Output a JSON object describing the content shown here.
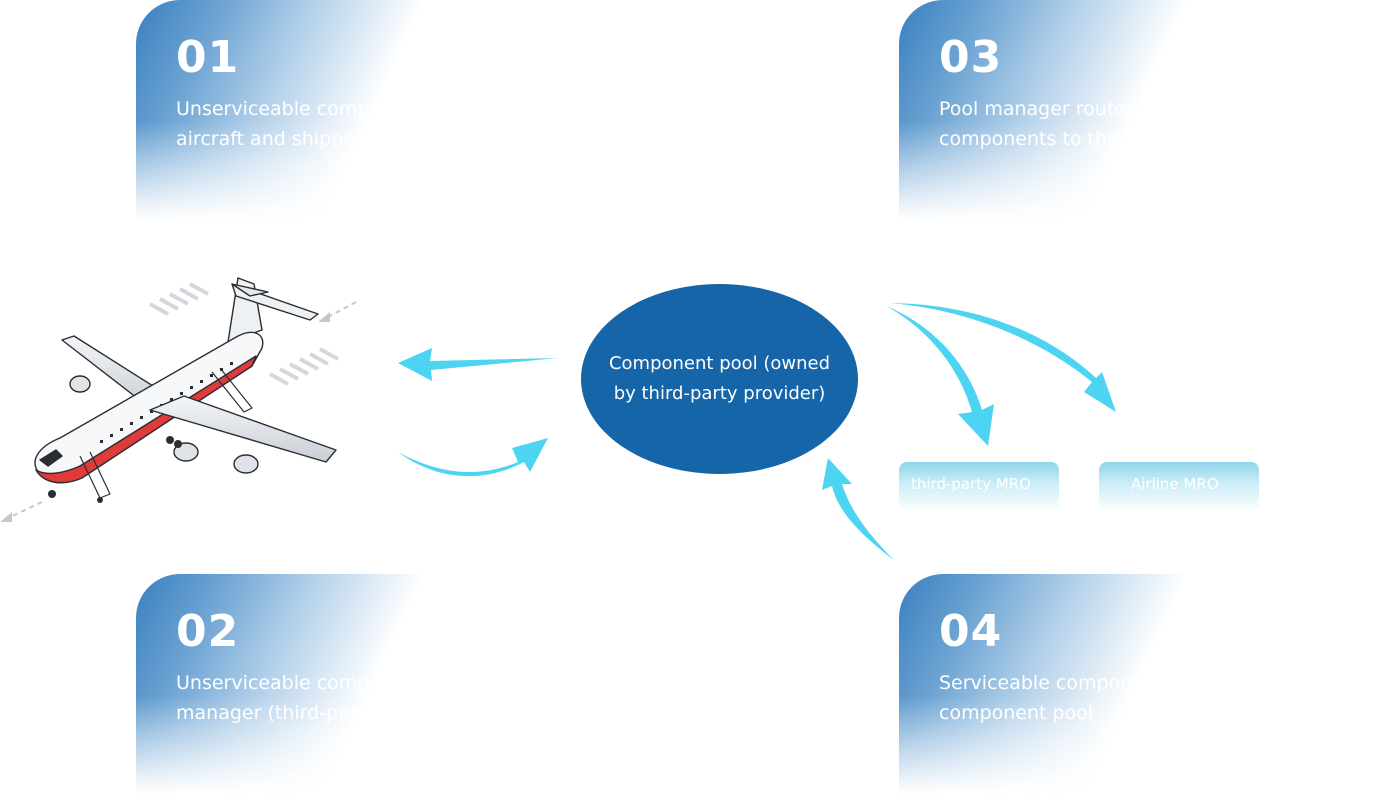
{
  "steps": [
    {
      "number": "01",
      "text": "Unserviceable components removed from the aircraft and shipped from the airline"
    },
    {
      "number": "02",
      "text": "Unserviceable components sent to the pool manager (third-party provider)"
    },
    {
      "number": "03",
      "text": "Pool manager routes unserviceable components to third-party MRO"
    },
    {
      "number": "04",
      "text": "Serviceable components returned to the component pool"
    }
  ],
  "pool": {
    "label": "Component pool (owned by third-party provider)"
  },
  "mro": [
    {
      "label": "third-party MRO"
    },
    {
      "label": "Airline MRO"
    }
  ],
  "colors": {
    "pool_fill": "#1565a8",
    "arrow": "#4dd4f2",
    "card_gradient_start": "#3a7fc0",
    "aircraft_stripe": "#e03a3a"
  }
}
